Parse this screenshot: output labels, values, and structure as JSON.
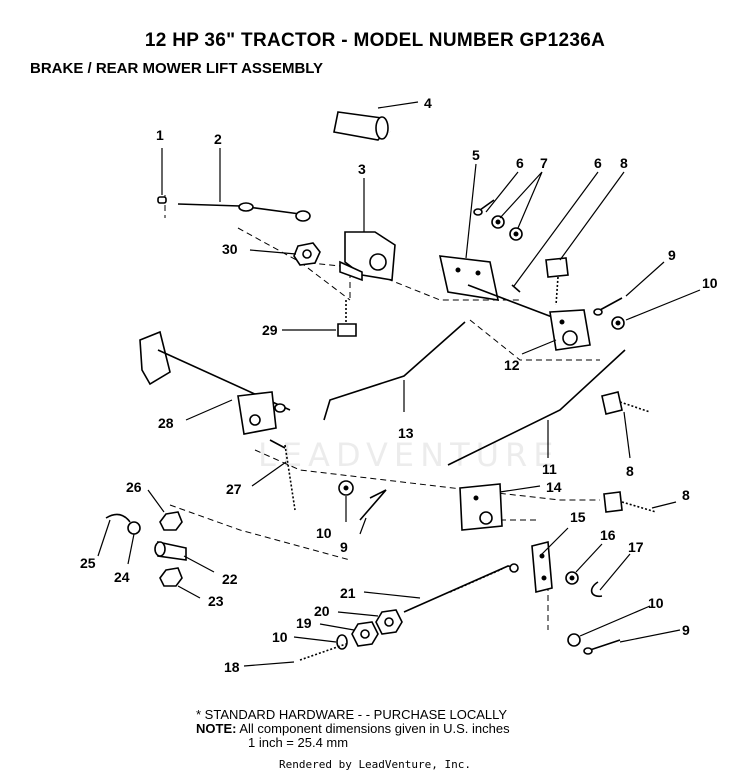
{
  "header": {
    "title": "12 HP  36\"  TRACTOR  - MODEL NUMBER GP1236A",
    "subtitle": "BRAKE / REAR MOWER LIFT ASSEMBLY"
  },
  "watermark": "LEADVENTURE",
  "notes": {
    "line1": "* STANDARD HARDWARE - - PURCHASE LOCALLY",
    "note_label": "NOTE:",
    "line2": "All component dimensions given in U.S. inches",
    "line3": "1 inch = 25.4 mm"
  },
  "footer": "Rendered by LeadVenture, Inc.",
  "callouts": {
    "c1": "1",
    "c2": "2",
    "c3": "3",
    "c4": "4",
    "c5": "5",
    "c6a": "6",
    "c6b": "6",
    "c7": "7",
    "c8a": "8",
    "c8b": "8",
    "c8c": "8",
    "c9a": "9",
    "c9b": "9",
    "c9c": "9",
    "c10a": "10",
    "c10b": "10",
    "c10c": "10",
    "c10d": "10",
    "c11": "11",
    "c12": "12",
    "c13": "13",
    "c14": "14",
    "c15": "15",
    "c16": "16",
    "c17": "17",
    "c18": "18",
    "c19": "19",
    "c20": "20",
    "c21": "21",
    "c22": "22",
    "c23": "23",
    "c24": "24",
    "c25": "25",
    "c26": "26",
    "c27": "27",
    "c28": "28",
    "c29": "29",
    "c30": "30"
  }
}
